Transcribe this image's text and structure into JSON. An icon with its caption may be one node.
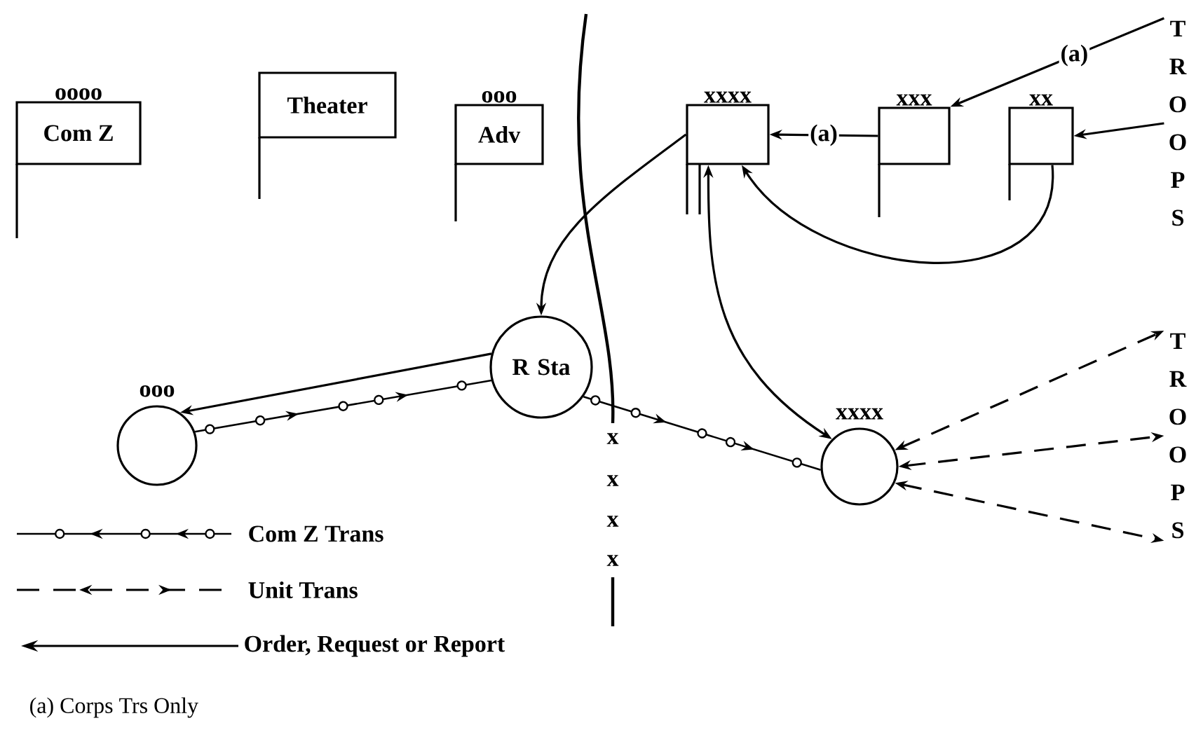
{
  "diagram": {
    "nodes": [
      {
        "text": [
          "oooo",
          "Com Z"
        ]
      },
      {
        "text": [
          "Theater"
        ]
      },
      {
        "text": [
          "ooo",
          "Adv"
        ]
      },
      {
        "text": [
          "xxxx"
        ]
      },
      {
        "text": [
          "xxx"
        ]
      },
      {
        "text": [
          "xx"
        ]
      },
      {
        "text": [
          "TROOPS"
        ]
      },
      {
        "text": [
          "R Sta"
        ]
      },
      {
        "text": [
          "ooo"
        ]
      },
      {
        "text": [
          "xxxx"
        ]
      },
      {
        "text": [
          "TROOPS"
        ]
      }
    ],
    "edges": [
      {
        "from": 6,
        "to": 4,
        "arrow": "to",
        "label": "(a)"
      },
      {
        "from": 4,
        "to": 3,
        "arrow": "to",
        "label": "(a)"
      },
      {
        "from": 6,
        "to": 5,
        "arrow": "to"
      },
      {
        "from": 5,
        "to": 3,
        "arrow": "to"
      },
      {
        "from": 3,
        "to": 7,
        "arrow": "to"
      },
      {
        "from": 9,
        "to": 3,
        "arrow": "both"
      },
      {
        "from": 7,
        "to": 8,
        "arrow": "to"
      },
      {
        "from": 8,
        "to": 7,
        "arrow": "to"
      },
      {
        "from": 7,
        "to": 9,
        "arrow": "to"
      },
      {
        "from": 9,
        "to": 10,
        "arrow": "both",
        "style": "dashed"
      },
      {
        "from": 9,
        "to": 10,
        "arrow": "both",
        "style": "dashed"
      },
      {
        "from": 9,
        "to": 10,
        "arrow": "both",
        "style": "dashed"
      }
    ],
    "labels": [
      "x",
      "x",
      "x",
      "x",
      "(a)  Corps Trs Only"
    ],
    "legend": [
      {
        "text": "Com Z Trans"
      },
      {
        "text": "Unit Trans"
      },
      {
        "text": "Order, Request or Report"
      }
    ]
  }
}
